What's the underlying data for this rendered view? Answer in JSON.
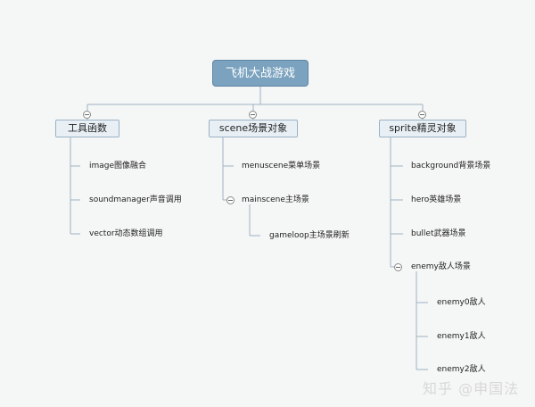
{
  "root": {
    "label": "飞机大战游戏"
  },
  "branches": [
    {
      "label": "工具函数",
      "children": [
        "image图像融合",
        "soundmanager声音调用",
        "vector动态数组调用"
      ]
    },
    {
      "label": "scene场景对象",
      "children": [
        "menuscene菜单场景",
        "mainscene主场景"
      ],
      "grandchildren": [
        "gameloop主场景刷新"
      ]
    },
    {
      "label": "sprite精灵对象",
      "children": [
        "background背景场景",
        "hero英雄场景",
        "bullet武器场景",
        "enemy敌人场景"
      ],
      "grandchildren": [
        "enemy0敌人",
        "enemy1敌人",
        "enemy2敌人"
      ]
    }
  ],
  "watermark": "知乎 @申国法",
  "colors": {
    "root_fill": "#7ba3bf",
    "branch_fill": "#e8f0f5",
    "line": "#9fb3c2"
  }
}
